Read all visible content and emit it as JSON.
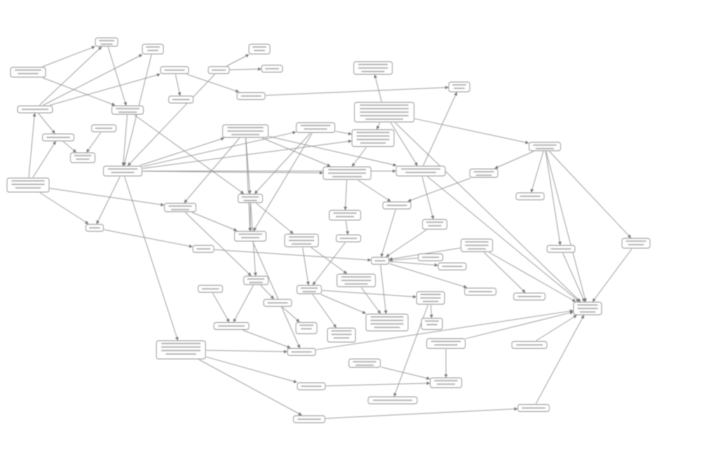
{
  "diagram": {
    "type": "directed-graph",
    "note_labels_illegible": true,
    "nodes": [
      "n1",
      "n2",
      "n3",
      "n4",
      "n5",
      "n6",
      "n7",
      "n8",
      "n9",
      "n10",
      "n11",
      "n12",
      "n13",
      "n14",
      "n15",
      "n16",
      "n17",
      "n18",
      "n19",
      "n20",
      "n21",
      "n22",
      "n23",
      "n24",
      "n25",
      "n26",
      "n27",
      "n28",
      "n29",
      "n30",
      "n31",
      "n32",
      "n33",
      "n34",
      "n35",
      "n36",
      "n37",
      "n38",
      "n39",
      "n40",
      "n41",
      "n42",
      "n43",
      "n44",
      "n45",
      "n46",
      "n47",
      "n48",
      "n49",
      "n50",
      "n51",
      "n52",
      "n53",
      "n54",
      "n55",
      "n56",
      "n57",
      "n58",
      "n59",
      "n60",
      "n61",
      "n62",
      "n63",
      "n64",
      "n65",
      "n66",
      "n67"
    ],
    "edges": [
      [
        "n3",
        "n1"
      ],
      [
        "n9",
        "n1"
      ],
      [
        "n9",
        "n2"
      ],
      [
        "n9",
        "n4"
      ],
      [
        "n3",
        "n10"
      ],
      [
        "n1",
        "n10"
      ],
      [
        "n2",
        "n21"
      ],
      [
        "n10",
        "n21"
      ],
      [
        "n4",
        "n11"
      ],
      [
        "n4",
        "n12"
      ],
      [
        "n6",
        "n21"
      ],
      [
        "n6",
        "n5"
      ],
      [
        "n6",
        "n7"
      ],
      [
        "n12",
        "n13"
      ],
      [
        "n14",
        "n8"
      ],
      [
        "n24",
        "n13"
      ],
      [
        "n14",
        "n24"
      ],
      [
        "n14",
        "n26"
      ],
      [
        "n14",
        "n20"
      ],
      [
        "n14",
        "n52"
      ],
      [
        "n9",
        "n15"
      ],
      [
        "n15",
        "n17"
      ],
      [
        "n16",
        "n17"
      ],
      [
        "n22",
        "n9"
      ],
      [
        "n22",
        "n15"
      ],
      [
        "n22",
        "n32"
      ],
      [
        "n22",
        "n27"
      ],
      [
        "n21",
        "n18"
      ],
      [
        "n21",
        "n19"
      ],
      [
        "n21",
        "n20"
      ],
      [
        "n21",
        "n23"
      ],
      [
        "n21",
        "n24"
      ],
      [
        "n21",
        "n32"
      ],
      [
        "n21",
        "n58"
      ],
      [
        "n10",
        "n28"
      ],
      [
        "n18",
        "n23"
      ],
      [
        "n18",
        "n24"
      ],
      [
        "n18",
        "n28"
      ],
      [
        "n18",
        "n27"
      ],
      [
        "n18",
        "n33"
      ],
      [
        "n19",
        "n28"
      ],
      [
        "n19",
        "n20"
      ],
      [
        "n19",
        "n33"
      ],
      [
        "n20",
        "n23"
      ],
      [
        "n23",
        "n29"
      ],
      [
        "n23",
        "n30"
      ],
      [
        "n24",
        "n35"
      ],
      [
        "n24",
        "n52"
      ],
      [
        "n26",
        "n25"
      ],
      [
        "n26",
        "n31"
      ],
      [
        "n26",
        "n41"
      ],
      [
        "n26",
        "n42"
      ],
      [
        "n26",
        "n52"
      ],
      [
        "n25",
        "n30"
      ],
      [
        "n27",
        "n33"
      ],
      [
        "n27",
        "n44"
      ],
      [
        "n28",
        "n33"
      ],
      [
        "n28",
        "n34"
      ],
      [
        "n28",
        "n44"
      ],
      [
        "n29",
        "n36"
      ],
      [
        "n30",
        "n40"
      ],
      [
        "n32",
        "n37"
      ],
      [
        "n37",
        "n40"
      ],
      [
        "n34",
        "n47"
      ],
      [
        "n34",
        "n46"
      ],
      [
        "n35",
        "n40"
      ],
      [
        "n38",
        "n40"
      ],
      [
        "n39",
        "n40"
      ],
      [
        "n39",
        "n52"
      ],
      [
        "n39",
        "n51"
      ],
      [
        "n40",
        "n43"
      ],
      [
        "n40",
        "n48"
      ],
      [
        "n40",
        "n53"
      ],
      [
        "n41",
        "n52"
      ],
      [
        "n42",
        "n52"
      ],
      [
        "n44",
        "n49"
      ],
      [
        "n44",
        "n54"
      ],
      [
        "n46",
        "n53"
      ],
      [
        "n46",
        "n50"
      ],
      [
        "n46",
        "n56"
      ],
      [
        "n47",
        "n53"
      ],
      [
        "n49",
        "n55"
      ],
      [
        "n50",
        "n65"
      ],
      [
        "n50",
        "n57"
      ],
      [
        "n36",
        "n46"
      ],
      [
        "n58",
        "n59"
      ],
      [
        "n58",
        "n64"
      ],
      [
        "n58",
        "n67"
      ],
      [
        "n59",
        "n52"
      ],
      [
        "n60",
        "n52"
      ],
      [
        "n60",
        "n63"
      ],
      [
        "n61",
        "n63"
      ],
      [
        "n64",
        "n63"
      ],
      [
        "n67",
        "n66"
      ],
      [
        "n66",
        "n52"
      ],
      [
        "n62",
        "n52"
      ],
      [
        "n54",
        "n59"
      ],
      [
        "n33",
        "n59"
      ],
      [
        "n45",
        "n54"
      ]
    ]
  }
}
